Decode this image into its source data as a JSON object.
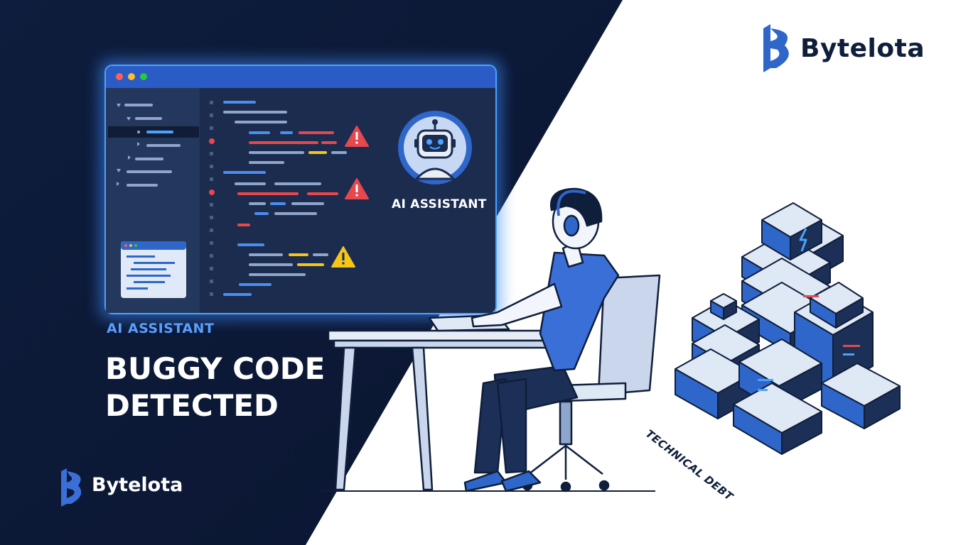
{
  "brand": {
    "name": "Bytelota"
  },
  "editor": {
    "assistant_label": "AI ASSISTANT",
    "warning_count": 3
  },
  "hero": {
    "tag": "AI ASSISTANT",
    "headline_line1": "BUGGY CODE",
    "headline_line2": "DETECTED"
  },
  "stack": {
    "label": "TECHNICAL DEBT"
  },
  "icons": [
    "window-dot-icon",
    "warning-icon",
    "robot-icon",
    "headphones-icon",
    "lightning-icon",
    "brand-logo-icon"
  ],
  "colors": {
    "navy": "#0f1e3a",
    "panel": "#1b2c4f",
    "accent": "#2f66c9",
    "glow": "#4aa3ff",
    "error": "#e5484d",
    "warning": "#f5c518",
    "shirt": "#3a6fd8"
  }
}
